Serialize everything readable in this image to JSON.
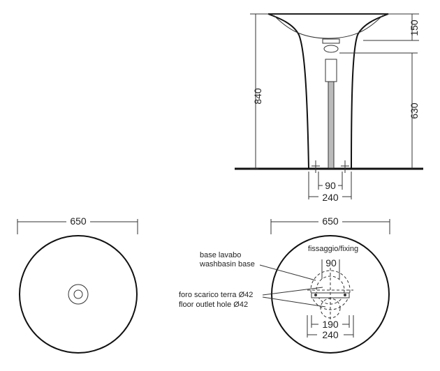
{
  "elevation": {
    "dim_height_total": "840",
    "dim_bowl": "150",
    "dim_outlet": "630",
    "dim_fixing": "90",
    "dim_base": "240"
  },
  "plan_left": {
    "dim_width": "650"
  },
  "plan_right": {
    "dim_width": "650",
    "fixing_label": "fissaggio/fixing",
    "dim_fixing": "90",
    "dim_inner": "190",
    "dim_base": "240",
    "base_label_it": "base lavabo",
    "base_label_en": "washbasin base",
    "outlet_label_it": "foro scarico terra Ø42",
    "outlet_label_en": "floor outlet hole Ø42"
  },
  "colors": {
    "line": "#333333",
    "floor": "#111111"
  }
}
